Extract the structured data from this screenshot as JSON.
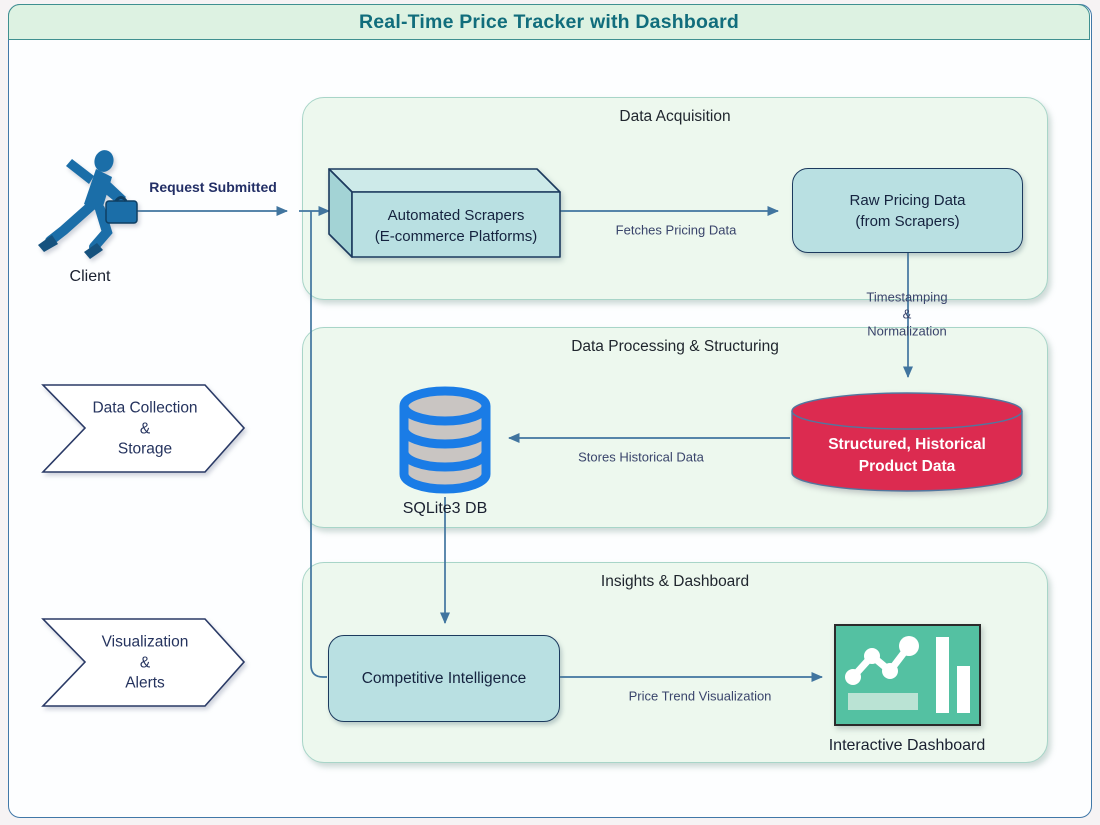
{
  "diagram": {
    "title": "Real-Time Price Tracker with Dashboard"
  },
  "client": {
    "label": "Client"
  },
  "containers": {
    "acquisition": "Data Acquisition",
    "processing": "Data Processing & Structuring",
    "insights": "Insights & Dashboard"
  },
  "nodes": {
    "scrapers_line1": "Automated Scrapers",
    "scrapers_line2": "(E-commerce Platforms)",
    "raw_line1": "Raw Pricing Data",
    "raw_line2": "(from Scrapers)",
    "structured_line1": "Structured, Historical",
    "structured_line2": "Product Data",
    "sqlite": "SQLite3 DB",
    "competitive": "Competitive Intelligence",
    "dashboard": "Interactive Dashboard"
  },
  "edges": {
    "request": "Request Submitted",
    "fetches": "Fetches Pricing Data",
    "timestamping_line1": "Timestamping",
    "timestamping_line2": "&",
    "timestamping_line3": "Normalization",
    "stores": "Stores Historical Data",
    "trend": "Price Trend Visualization"
  },
  "side_labels": {
    "collection_line1": "Data Collection",
    "collection_line2": "&",
    "collection_line3": "Storage",
    "visualization_line1": "Visualization",
    "visualization_line2": "&",
    "visualization_line3": "Alerts"
  },
  "colors": {
    "title_text": "#116d7c",
    "title_band": "#ddf2e2",
    "container_fill": "#edf8ee",
    "node_fill": "#b9e0e2",
    "node_border": "#1c3a5e",
    "cylinder_red": "#dc2b50",
    "sqlite_blue": "#1a7ce6",
    "dashboard_green": "#54c1a2",
    "edge_blue": "#41759f",
    "client_blue": "#1b6ea8"
  }
}
